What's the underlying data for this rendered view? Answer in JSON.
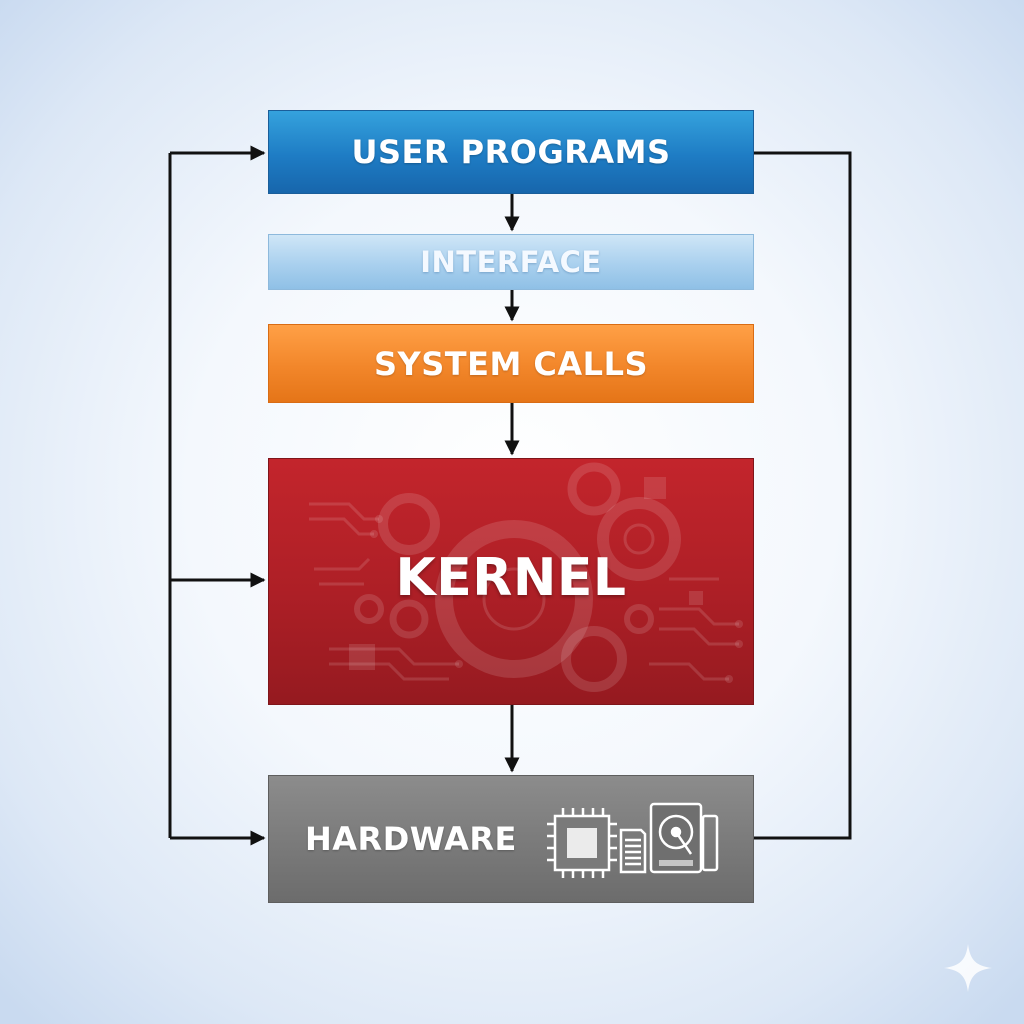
{
  "layers": {
    "user_programs": "USER PROGRAMS",
    "interface": "INTERFACE",
    "system_calls": "SYSTEM CALLS",
    "kernel": "KERNEL",
    "hardware": "HARDWARE"
  },
  "icons": {
    "hardware": [
      "cpu-chip-icon",
      "memory-card-icon",
      "hard-drive-icon"
    ],
    "kernel_background": "gears-circuit-icon",
    "corner": "sparkle-icon"
  },
  "colors": {
    "user_programs": "#1e7cc4",
    "interface": "#a9d0ee",
    "system_calls": "#f2862a",
    "kernel": "#ad1f26",
    "hardware": "#7a7a7a",
    "connector": "#111111"
  }
}
